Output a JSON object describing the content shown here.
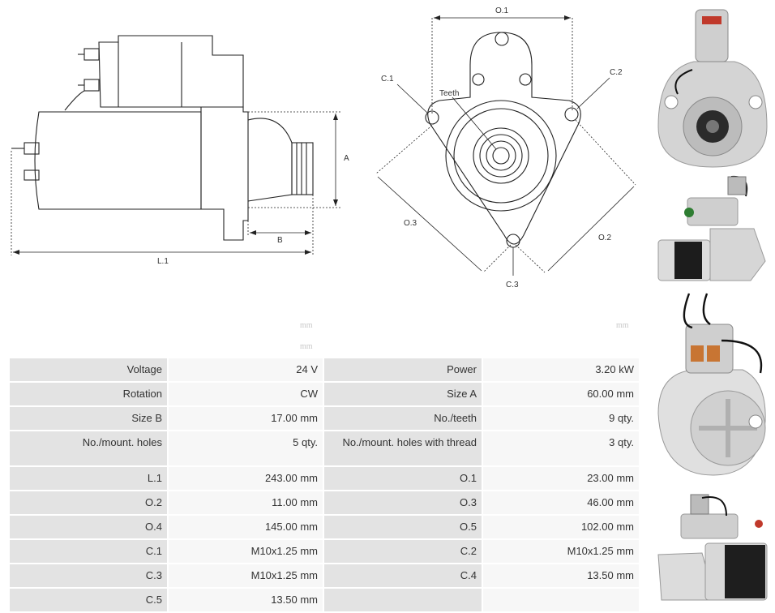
{
  "diagram": {
    "side_labels": {
      "a": "A",
      "b": "B",
      "l1": "L.1"
    },
    "front_labels": {
      "o1": "O.1",
      "o2": "O.2",
      "o3": "O.3",
      "c1": "C.1",
      "c2": "C.2",
      "c3": "C.3",
      "teeth": "Teeth"
    }
  },
  "photos": [
    "starter-front-view",
    "starter-side-view",
    "starter-rear-view",
    "starter-angle-view"
  ],
  "specs": [
    [
      {
        "label": "Voltage",
        "value": "24 V"
      },
      {
        "label": "Power",
        "value": "3.20 kW"
      }
    ],
    [
      {
        "label": "Rotation",
        "value": "CW"
      },
      {
        "label": "Size A",
        "value": "60.00 mm"
      }
    ],
    [
      {
        "label": "Size B",
        "value": "17.00 mm"
      },
      {
        "label": "No./teeth",
        "value": "9 qty."
      }
    ],
    [
      {
        "label": "No./mount. holes",
        "value": "5 qty."
      },
      {
        "label": "No./mount. holes with thread",
        "value": "3 qty."
      }
    ],
    [
      {
        "label": "L.1",
        "value": "243.00 mm"
      },
      {
        "label": "O.1",
        "value": "23.00 mm"
      }
    ],
    [
      {
        "label": "O.2",
        "value": "11.00 mm"
      },
      {
        "label": "O.3",
        "value": "46.00 mm"
      }
    ],
    [
      {
        "label": "O.4",
        "value": "145.00 mm"
      },
      {
        "label": "O.5",
        "value": "102.00 mm"
      }
    ],
    [
      {
        "label": "C.1",
        "value": "M10x1.25 mm"
      },
      {
        "label": "C.2",
        "value": "M10x1.25 mm"
      }
    ],
    [
      {
        "label": "C.3",
        "value": "M10x1.25 mm"
      },
      {
        "label": "C.4",
        "value": "13.50 mm"
      }
    ],
    [
      {
        "label": "C.5",
        "value": "13.50 mm"
      },
      {
        "label": "",
        "value": ""
      }
    ]
  ]
}
